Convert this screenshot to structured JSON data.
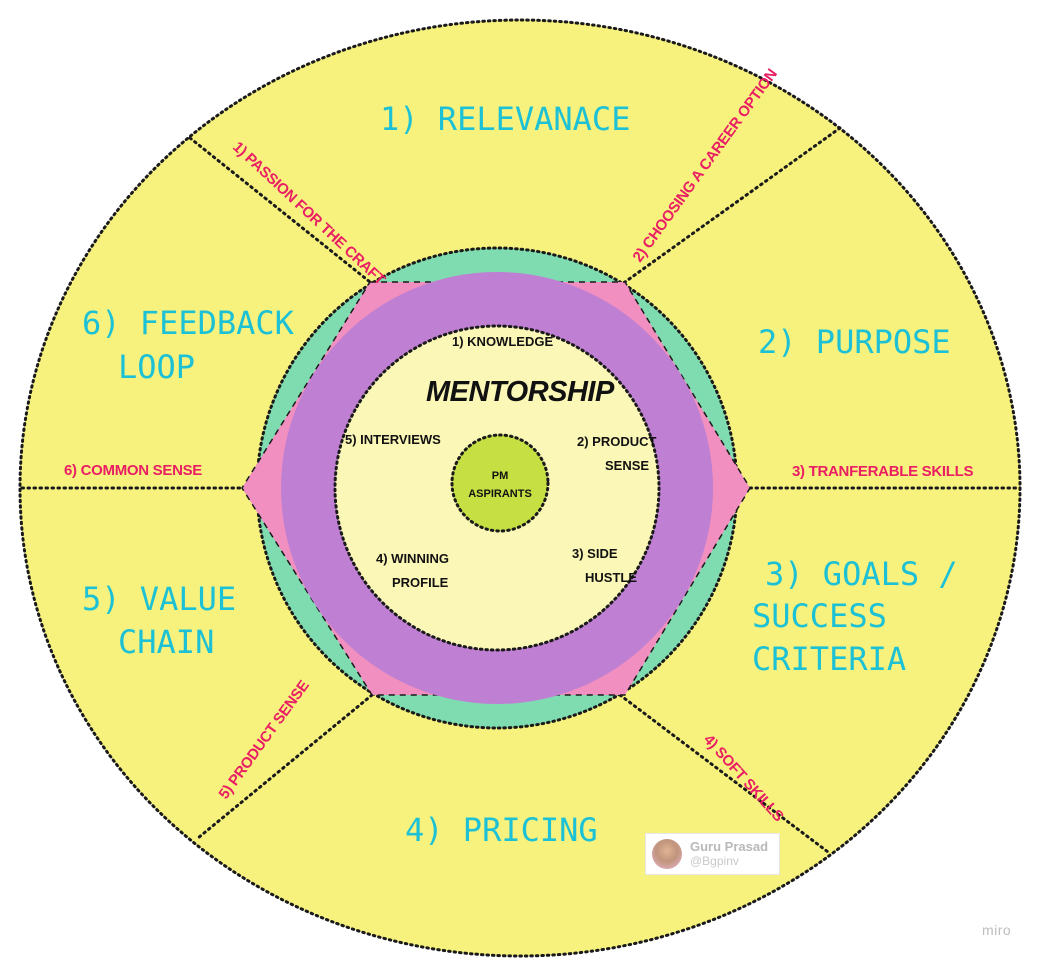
{
  "colors": {
    "outer_fill": "#f7f27e",
    "ring_green": "#7fdcb0",
    "hexagon_fill": "#f08fc0",
    "purple_band": "#bf7fd2",
    "inner_fill": "#fbf7b7",
    "center_fill": "#c6e044",
    "outer_text": "#1cc1d6",
    "sub_text": "#e91e63"
  },
  "outer_sections": {
    "relevance": "1) RELEVANACE",
    "purpose": "2) PURPOSE",
    "goals_1": "3) GOALS /",
    "goals_2": "SUCCESS",
    "goals_3": "CRITERIA",
    "pricing": "4) PRICING",
    "value_chain_1": "5) VALUE",
    "value_chain_2": "CHAIN",
    "feedback_1": "6) FEEDBACK",
    "feedback_2": "LOOP"
  },
  "divider_labels": {
    "passion": "1) PASSION FOR THE CRAFT",
    "career": "2) CHOOSING A CAREER OPTION",
    "transferable": "3) TRANFERABLE SKILLS",
    "soft_skills": "4) SOFT SKILLS",
    "product_sense": "5) PRODUCT SENSE",
    "common_sense": "6) COMMON SENSE"
  },
  "core": {
    "title": "MENTORSHIP",
    "knowledge": "1) KNOWLEDGE",
    "product_sense_1": "2) PRODUCT",
    "product_sense_2": "SENSE",
    "side_hustle_1": "3) SIDE",
    "side_hustle_2": "HUSTLE",
    "winning_profile_1": "4) WINNING",
    "winning_profile_2": "PROFILE",
    "interviews": "5) INTERVIEWS"
  },
  "center": {
    "line1": "PM",
    "line2": "ASPIRANTS"
  },
  "badge": {
    "name": "Guru Prasad",
    "handle": "@Bgpinv"
  },
  "watermark": "miro"
}
